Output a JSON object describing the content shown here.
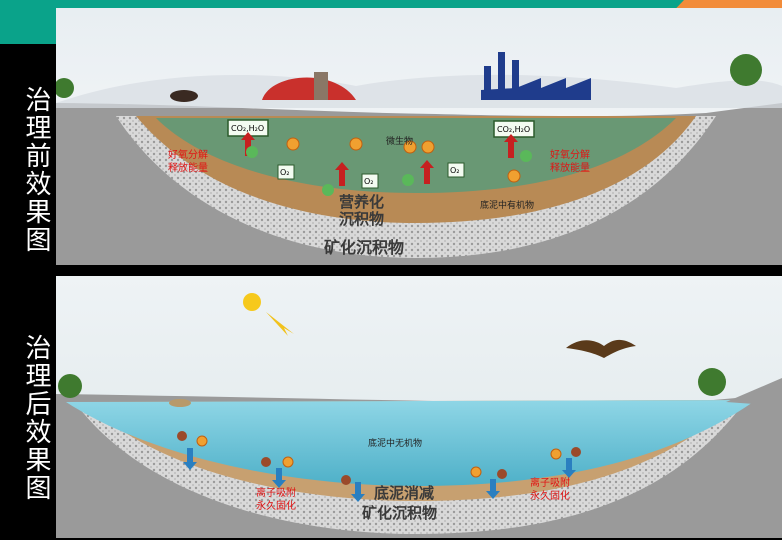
{
  "side_labels": {
    "before": "治理前效果图",
    "after": "治理后效果图"
  },
  "before": {
    "boxes": {
      "co2_h2o": "CO₂,H₂O",
      "o2": "O₂"
    },
    "labels": {
      "left_decomp": "好氧分解",
      "left_release": "释放能量",
      "right_decomp": "好氧分解",
      "right_release": "释放能量",
      "microbe": "微生物",
      "nutrient_1": "营养化",
      "nutrient_2": "沉积物",
      "organic": "底泥中有机物",
      "mineral": "矿化沉积物"
    }
  },
  "after": {
    "labels": {
      "inorganic": "底泥中无机物",
      "left_ion_1": "离子吸附",
      "left_ion_2": "永久固化",
      "right_ion_1": "离子吸附",
      "right_ion_2": "永久固化",
      "sediment_1": "底泥消减",
      "sediment_2": "矿化沉积物"
    }
  },
  "colors": {
    "teal": "#0aa38a",
    "orange": "#f28c3a",
    "annotation_red": "#e01515"
  }
}
